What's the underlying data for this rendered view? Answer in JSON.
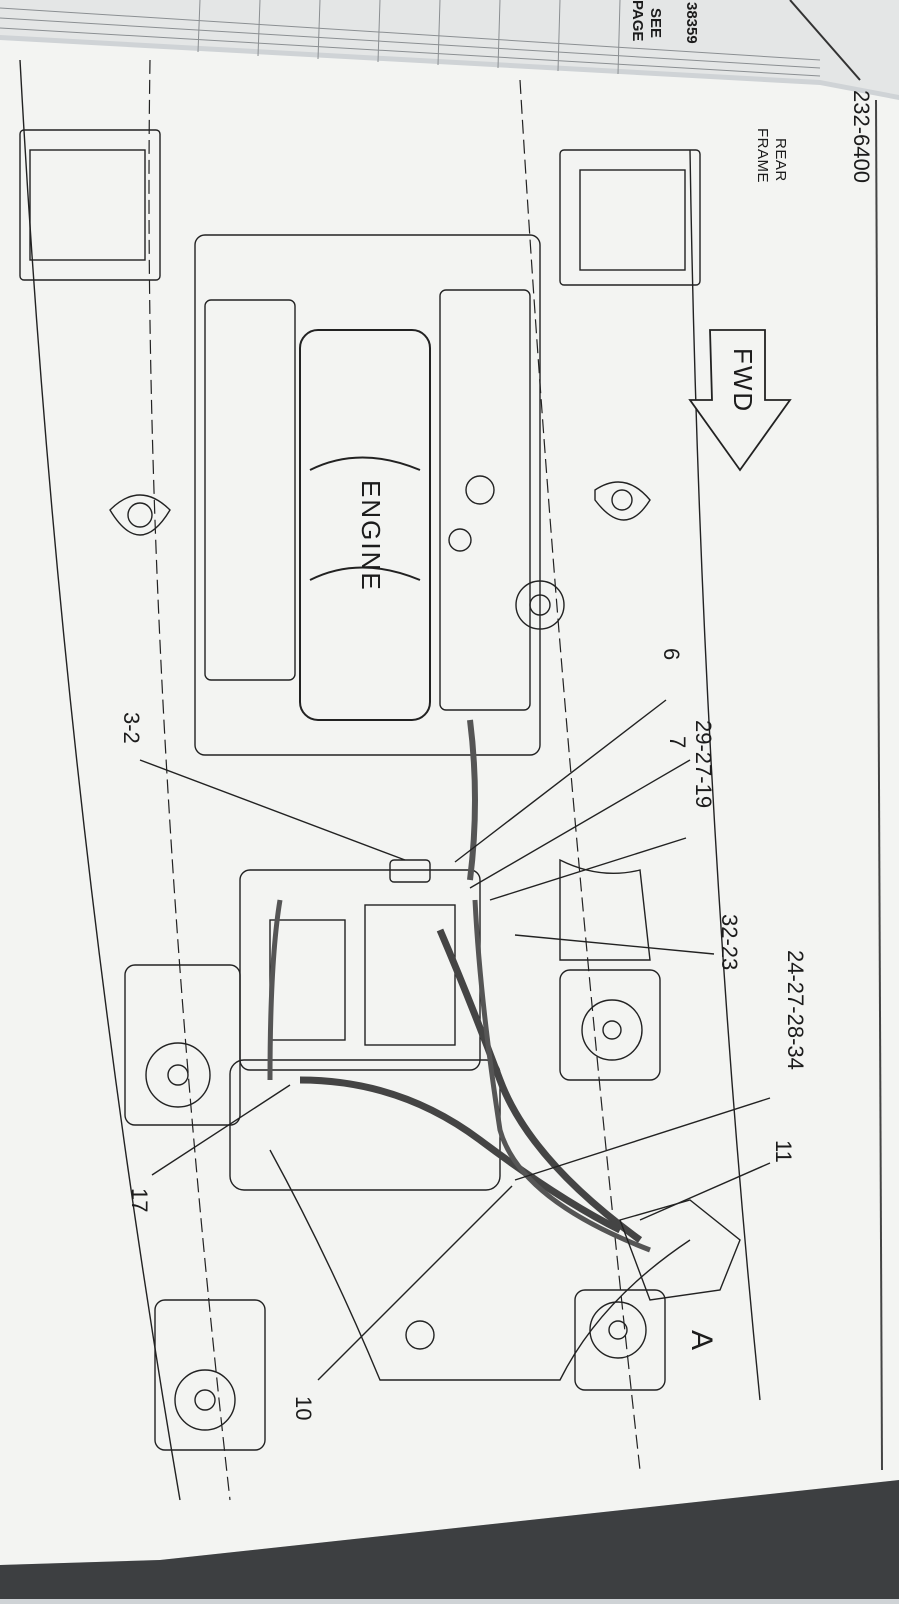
{
  "header": {
    "part_number": "232-6400",
    "sheet_ref": "38359",
    "see_page_line1": "SEE",
    "see_page_line2": "PAGE"
  },
  "diagram": {
    "rear_frame_line1": "REAR",
    "rear_frame_line2": "FRAME",
    "fwd_label": "FWD",
    "engine_label": "ENGINE",
    "view_label": "A",
    "callouts": [
      "6",
      "3-2",
      "7",
      "29-27-19",
      "32-23",
      "24-27-28-34",
      "11",
      "17",
      "10"
    ]
  },
  "colors": {
    "paper": "#f3f4f2",
    "ink": "#1c1c1c",
    "background": "#cfd3d6"
  }
}
